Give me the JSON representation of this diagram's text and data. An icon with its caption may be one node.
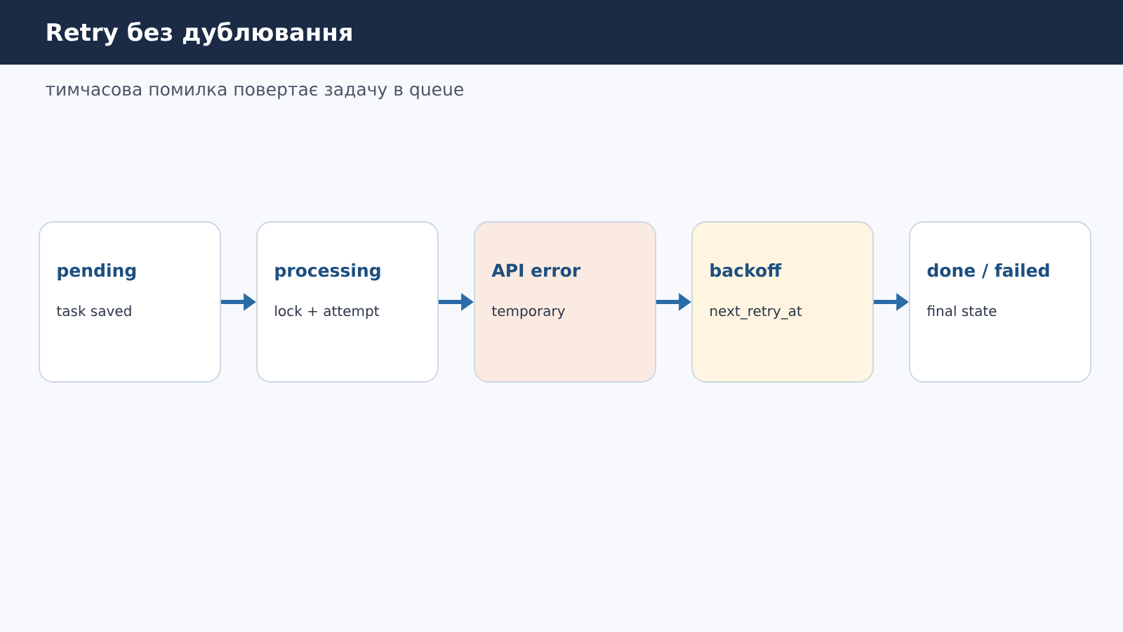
{
  "diagram": {
    "title": "Retry без дублювання",
    "nodes": [
      {
        "text": [
          "pending",
          "task saved"
        ]
      },
      {
        "text": [
          "processing",
          "lock + attempt"
        ]
      },
      {
        "text": [
          "API error",
          "temporary"
        ]
      },
      {
        "text": [
          "backoff",
          "next_retry_at"
        ]
      },
      {
        "text": [
          "done / failed",
          "final state"
        ]
      }
    ],
    "edges": [
      {
        "from": 0,
        "to": 1,
        "arrow": "to"
      },
      {
        "from": 1,
        "to": 2,
        "arrow": "to"
      },
      {
        "from": 2,
        "to": 3,
        "arrow": "to"
      },
      {
        "from": 3,
        "to": 4,
        "arrow": "to"
      }
    ],
    "labels": [
      "тимчасова помилка повертає задачу в queue"
    ]
  }
}
